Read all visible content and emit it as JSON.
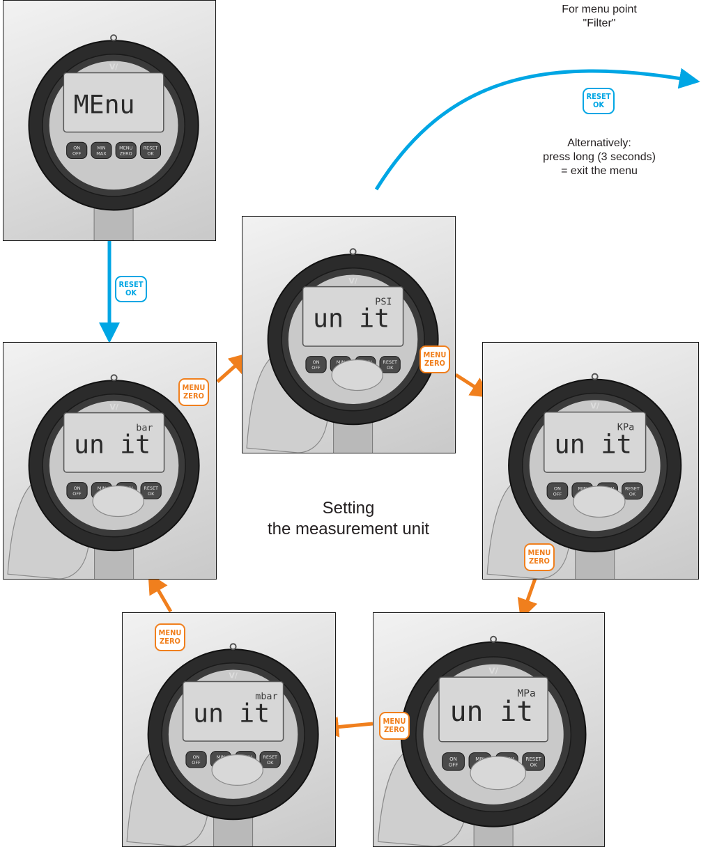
{
  "notes": {
    "top": [
      "For menu point",
      "\"Filter\""
    ],
    "alternative": [
      "Alternatively:",
      "press long (3 seconds)",
      "= exit the menu"
    ]
  },
  "title": [
    "Setting",
    "the measurement unit"
  ],
  "buttons": {
    "reset_ok": [
      "RESET",
      "OK"
    ],
    "menu_zero": [
      "MENU",
      "ZERO"
    ],
    "device_keys": [
      [
        "ON",
        "OFF"
      ],
      [
        "MIN",
        "MAX"
      ],
      [
        "MENU",
        "ZERO"
      ],
      [
        "RESET",
        "OK"
      ]
    ]
  },
  "displays": {
    "menu": {
      "main": "MEnu",
      "unit": ""
    },
    "bar": {
      "main": "un it",
      "unit": "bar"
    },
    "psi": {
      "main": "un it",
      "unit": "PSI"
    },
    "kpa": {
      "main": "un it",
      "unit": "KPa"
    },
    "mpa": {
      "main": "un it",
      "unit": "MPa"
    },
    "mbar": {
      "main": "un it",
      "unit": "mbar"
    }
  },
  "colors": {
    "orange": "#f07f1d",
    "blue": "#00a6e4",
    "text": "#231f20"
  },
  "icons": {
    "arrow_head": "triangle",
    "device": "pressure-gauge"
  }
}
